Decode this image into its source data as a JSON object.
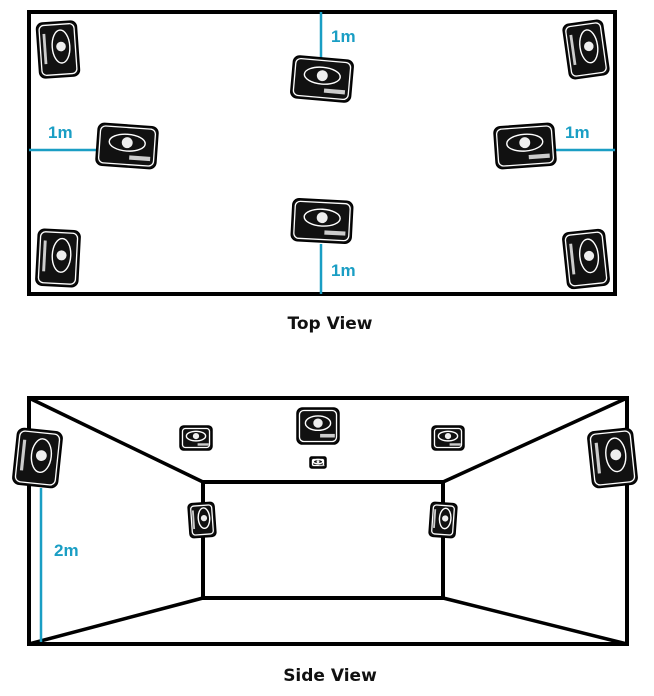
{
  "top_view": {
    "caption": "Top View",
    "distances": {
      "top": "1m",
      "left": "1m",
      "right": "1m",
      "bottom": "1m"
    }
  },
  "side_view": {
    "caption": "Side View",
    "height_label": "2m"
  },
  "colors": {
    "measure_line": "#1a9ec4",
    "wall": "#000000"
  },
  "icons": {
    "speaker": "speaker-icon"
  }
}
